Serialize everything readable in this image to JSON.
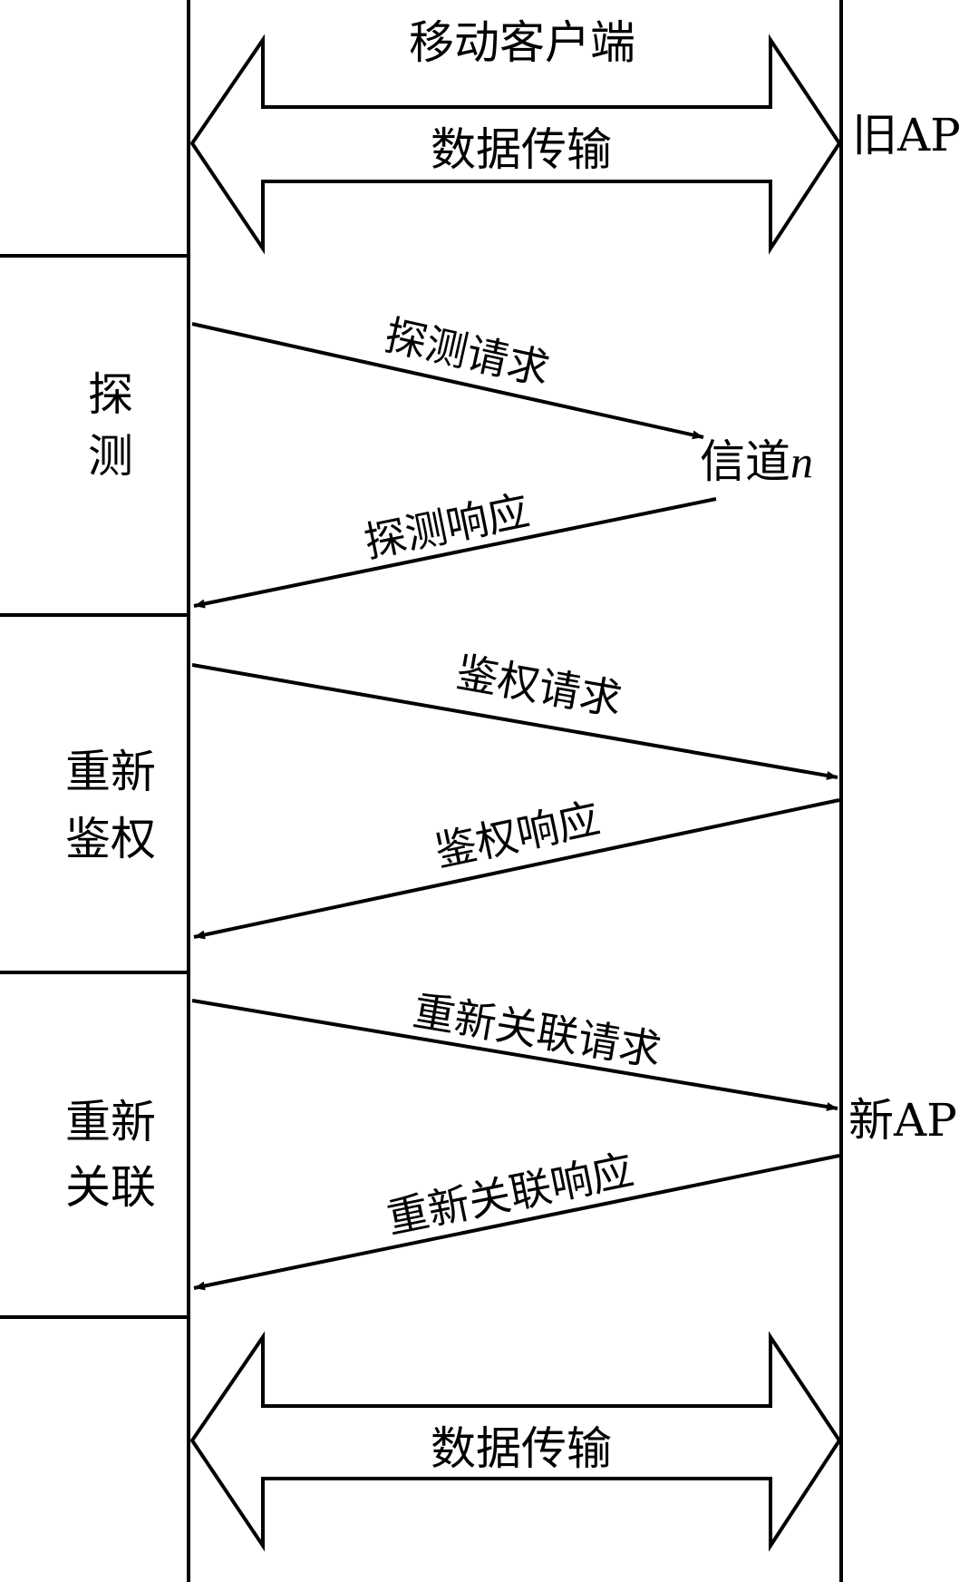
{
  "header": {
    "title": "移动客户端"
  },
  "data_transfer": {
    "top_label": "数据传输",
    "bottom_label": "数据传输"
  },
  "aps": {
    "old": {
      "label": "旧AP"
    },
    "channel": {
      "prefix": "信道",
      "var": "n"
    },
    "new": {
      "label": "新AP"
    }
  },
  "phases": {
    "probe": {
      "line1": "探",
      "line2": "测"
    },
    "reauth": {
      "line1": "重新",
      "line2": "鉴权"
    },
    "reassoc": {
      "line1": "重新",
      "line2": "关联"
    }
  },
  "messages": {
    "probe_request": "探测请求",
    "probe_response": "探测响应",
    "auth_request": "鉴权请求",
    "auth_response": "鉴权响应",
    "reassoc_request": "重新关联请求",
    "reassoc_response": "重新关联响应"
  }
}
